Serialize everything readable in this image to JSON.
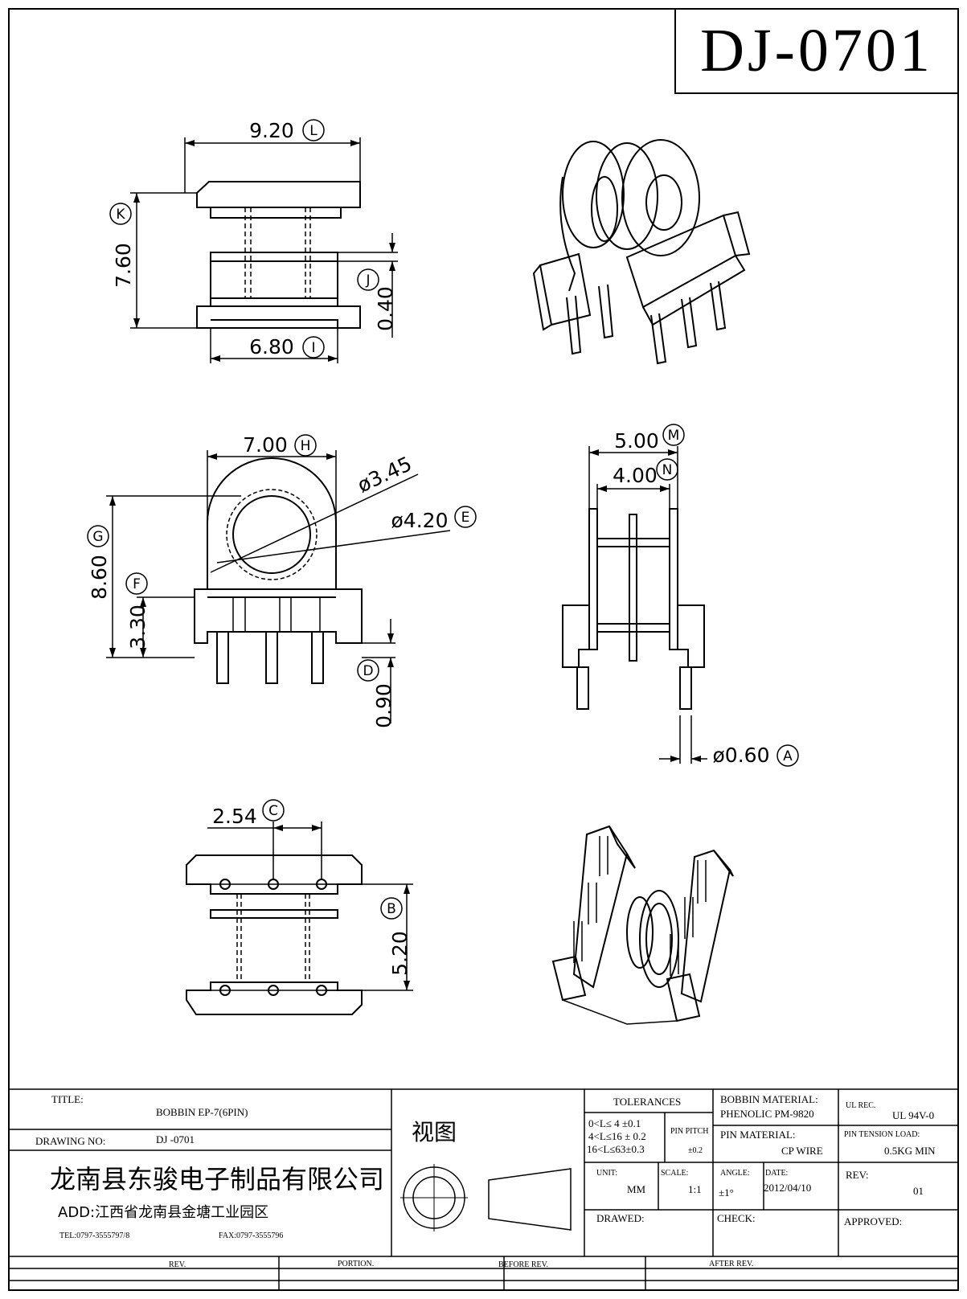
{
  "drawing_id": "DJ-0701",
  "dimensions": {
    "L": {
      "value": "9.20",
      "letter": "L"
    },
    "K": {
      "value": "7.60",
      "letter": "K"
    },
    "J": {
      "value": "0.40",
      "letter": "J"
    },
    "I": {
      "value": "6.80",
      "letter": "I"
    },
    "H": {
      "value": "7.00",
      "letter": "H"
    },
    "d345": {
      "value": "ø3.45"
    },
    "E": {
      "value": "ø4.20",
      "letter": "E"
    },
    "G": {
      "value": "8.60",
      "letter": "G"
    },
    "F": {
      "value": "3.30",
      "letter": "F"
    },
    "D": {
      "value": "0.90",
      "letter": "D"
    },
    "M": {
      "value": "5.00",
      "letter": "M"
    },
    "N": {
      "value": "4.00",
      "letter": "N"
    },
    "A": {
      "value": "ø0.60",
      "letter": "A"
    },
    "C": {
      "value": "2.54",
      "letter": "C"
    },
    "B": {
      "value": "5.20",
      "letter": "B"
    }
  },
  "title_block": {
    "title_label": "TITLE:",
    "title_value": "BOBBIN  EP-7(6PIN)",
    "drawing_no_label": "DRAWING NO:",
    "drawing_no_value": "DJ -0701",
    "view_label": "视图",
    "company": "龙南县东骏电子制品有限公司",
    "address": "ADD:江西省龙南县金塘工业园区",
    "tel": "TEL:0797-3555797/8",
    "fax": "FAX:0797-3555796",
    "tolerances_label": "TOLERANCES",
    "tol_1": "0<L≤ 4  ±0.1",
    "tol_2": "4<L≤16 ± 0.2",
    "tol_3": "16<L≤63±0.3",
    "pin_pitch_label": "PIN PITCH",
    "pin_pitch_value": "±0.2",
    "bobbin_material_label": "BOBBIN MATERIAL:",
    "bobbin_material_value": "PHENOLIC  PM-9820",
    "ul_label": "UL REC.",
    "ul_value": "UL  94V-0",
    "pin_material_label": "PIN MATERIAL:",
    "pin_material_value": "CP WIRE",
    "pin_tension_label": "PIN TENSION LOAD:",
    "pin_tension_value": "0.5KG MIN",
    "unit_label": "UNIT:",
    "unit_value": "MM",
    "scale_label": "SCALE:",
    "scale_value": "1:1",
    "angle_label": "ANGLE:",
    "angle_value": "±1°",
    "date_label": "DATE:",
    "date_value": "2012/04/10",
    "rev_label": "REV:",
    "rev_value": "01",
    "drawed_label": "DRAWED:",
    "check_label": "CHECK:",
    "approved_label": "APPROVED:"
  },
  "revision_row": {
    "rev": "REV.",
    "portion": "PORTION.",
    "before_rev": "BEFORE REV.",
    "after_rev": "AFTER REV."
  }
}
